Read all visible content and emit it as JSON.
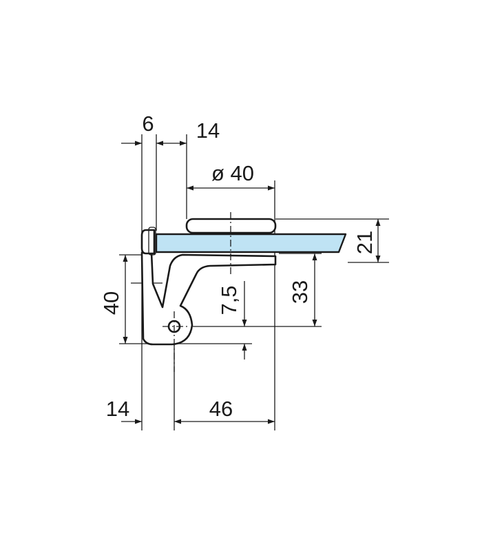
{
  "drawing": {
    "glass_color": "#bfe3f4",
    "line_color": "#1a1a1a",
    "dimensions": {
      "top_left": "6",
      "top_right": "14",
      "diameter": "ø 40",
      "glass_thickness": "21",
      "height_right": "33",
      "offset_inner": "7,5",
      "height_left": "40",
      "bottom_left": "14",
      "bottom_right": "46"
    }
  }
}
